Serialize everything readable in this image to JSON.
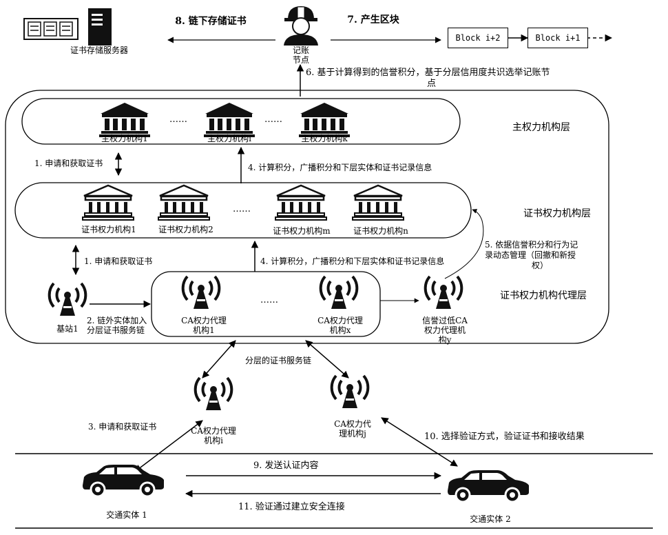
{
  "top": {
    "server_label": "证书存储服务器",
    "offchain_label": "8. 链下存储证书",
    "bookkeeper_label_1": "记账",
    "bookkeeper_label_2": "节点",
    "produce_block_label": "7. 产生区块",
    "blocks": [
      "Block i+2",
      "Block i+1"
    ],
    "elect_label_1": "6. 基于计算得到的信誉积分，基于分层信用度共识选举记账节",
    "elect_label_2": "点"
  },
  "layers": {
    "main_title": "主权力机构层",
    "cert_title": "证书权力机构层",
    "proxy_title": "证书权力机构代理层"
  },
  "main_authorities": [
    "主权力机构1",
    "主权力机构i",
    "主权力机构k"
  ],
  "cert_authorities": [
    "证书权力机构1",
    "证书权力机构2",
    "证书权力机构m",
    "证书权力机构n"
  ],
  "dots": "……",
  "proxies": {
    "ca1_line1": "CA权力代理",
    "ca1_line2": "机构1",
    "cax_line1": "CA权力代理",
    "cax_line2": "机构x",
    "low_line1": "信誉过低CA",
    "low_line2": "权力代理机",
    "low_line3": "构y",
    "cai_line1": "CA权力代理",
    "cai_line2": "机构i",
    "caj_line1": "CA权力代",
    "caj_line2": "理机构j"
  },
  "base_station": "基站1",
  "steps": {
    "s1a": "1. 申请和获取证书",
    "s1b": "1. 申请和获取证书",
    "s2_line1": "2. 链外实体加入",
    "s2_line2": "分层证书服务链",
    "s3": "3. 申请和获取证书",
    "s4a": "4. 计算积分，广播积分和下层实体和证书记录信息",
    "s4b": "4. 计算积分，广播积分和下层实体和证书记录信息",
    "s5_line1": "5. 依据信誉积分和行为记",
    "s5_line2": "录动态管理（回撤和新授",
    "s5_line3": "权）",
    "chain_label": "分层的证书服务链",
    "s9": "9. 发送认证内容",
    "s10": "10. 选择验证方式，验证证书和接收结果",
    "s11": "11. 验证通过建立安全连接"
  },
  "vehicles": {
    "v1": "交通实体 1",
    "v2": "交通实体 2"
  }
}
